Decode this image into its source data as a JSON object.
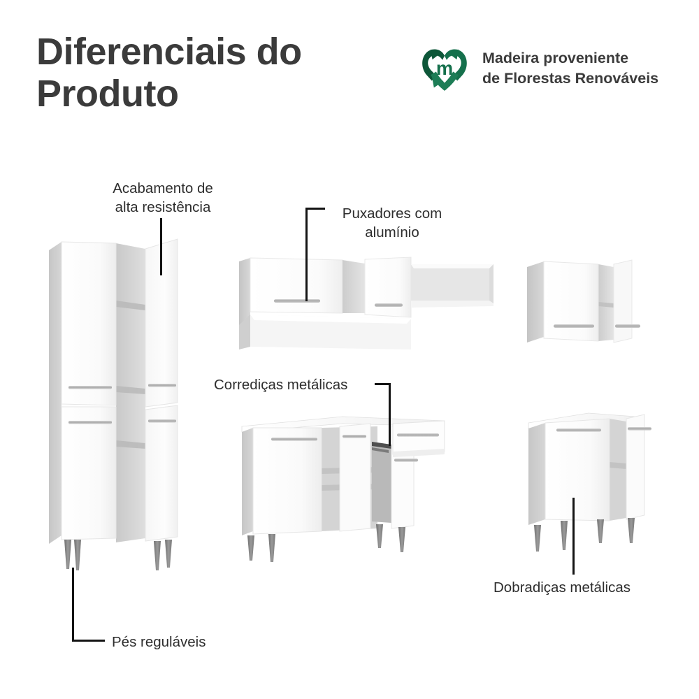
{
  "page": {
    "title": "Diferenciais do\nProduto",
    "background_color": "#ffffff",
    "title_color": "#3b3b3b"
  },
  "certification": {
    "mark_icon": "heart-recycling-m-icon",
    "text": "Madeira proveniente\nde Florestas Renováveis",
    "green": "#15704c",
    "green_dark": "#0e5739",
    "green_light": "#2e8b61"
  },
  "callouts": [
    {
      "id": "acabamento",
      "text": "Acabamento de\nalta resistência",
      "points_to": "tall-cabinet-upper-right-door"
    },
    {
      "id": "puxadores",
      "text": "Puxadores com\nalumínio",
      "points_to": "wall-cabinet-left-door-handle"
    },
    {
      "id": "corredicas",
      "text": "Corrediças metálicas",
      "points_to": "counter-cabinet-drawer-slide"
    },
    {
      "id": "dobradicas",
      "text": "Dobradiças metálicas",
      "points_to": "small-counter-cabinet-door"
    },
    {
      "id": "pes",
      "text": "Pés reguláveis",
      "points_to": "tall-cabinet-foot"
    }
  ],
  "furniture": {
    "palette": {
      "door_face": "#fdfdfd",
      "door_face_shade": "#f2f2f2",
      "side_panel": "#c9c9c9",
      "side_panel_dark": "#bcbcbc",
      "interior": "#d8d8d8",
      "interior_dark": "#c2c2c2",
      "top_surface": "#ffffff",
      "edge": "#e2e2e2",
      "handle_metal": "#b6b6b6",
      "handle_metal_dark": "#8f8f8f",
      "leg_metal": "#8e8e8e",
      "leg_metal_dark": "#6e6e6e",
      "slide_metal": "#4a4a4a"
    },
    "items": [
      {
        "id": "tall-pantry-cabinet",
        "name": "Armário torre / multiuso",
        "doors": 4,
        "handles": 4,
        "legs": 4,
        "position": "left"
      },
      {
        "id": "wall-cabinet-with-shelf",
        "name": "Armário aéreo com nicho e prateleira",
        "doors": 2,
        "handles": 2,
        "open_shelf": true,
        "position": "top-center"
      },
      {
        "id": "wall-cabinet-small",
        "name": "Armário aéreo 2 portas",
        "doors": 2,
        "handles": 2,
        "position": "top-right"
      },
      {
        "id": "counter-cabinet-large",
        "name": "Balcão 3 portas 1 gaveta",
        "doors": 3,
        "drawers": 1,
        "handles": 4,
        "legs": 4,
        "position": "bottom-center"
      },
      {
        "id": "counter-cabinet-small",
        "name": "Balcão 2 portas",
        "doors": 2,
        "handles": 2,
        "legs": 4,
        "position": "bottom-right"
      }
    ]
  }
}
